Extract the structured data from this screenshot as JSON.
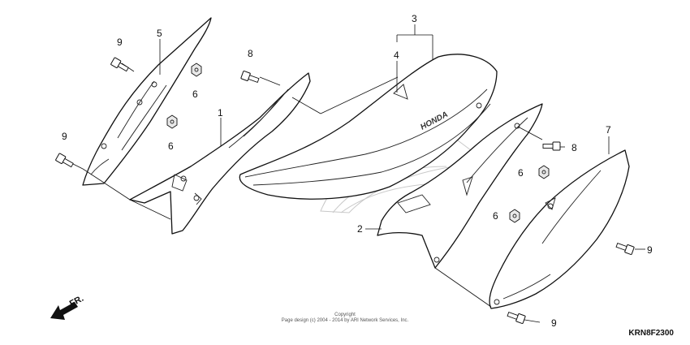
{
  "callouts": {
    "c1": "1",
    "c2": "2",
    "c3": "3",
    "c4": "4",
    "c5": "5",
    "c6a": "6",
    "c6b": "6",
    "c6c": "6",
    "c6d": "6",
    "c7": "7",
    "c8a": "8",
    "c8b": "8",
    "c9a": "9",
    "c9b": "9",
    "c9c": "9",
    "c9d": "9"
  },
  "direction_label": "FR.",
  "emblem_text": "HONDA",
  "copyright": {
    "line1": "Copyright",
    "line2": "Page design (c) 2004 - 2014 by ARI Network Services, Inc."
  },
  "diagram_code": "KRN8F2300"
}
